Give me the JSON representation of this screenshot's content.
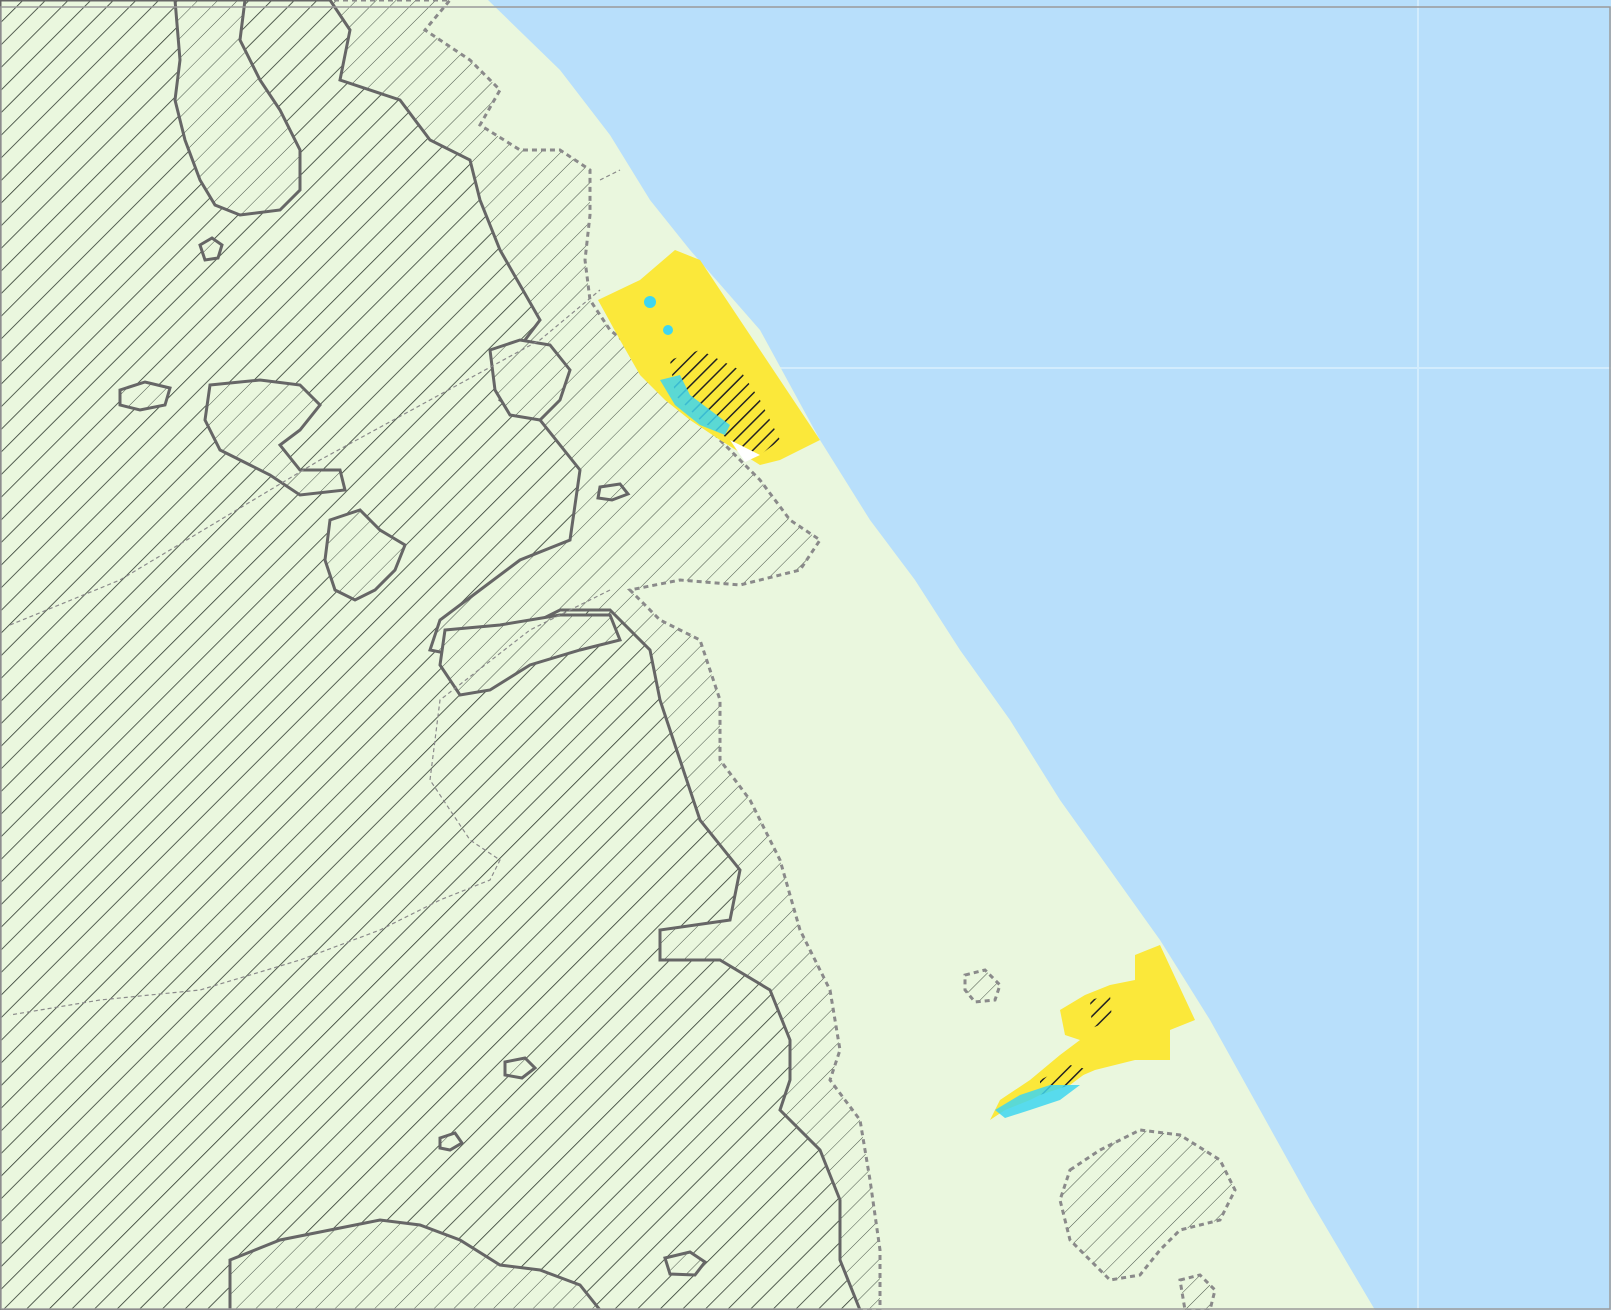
{
  "map": {
    "colors": {
      "land": "#eaf7de",
      "sea": "#b8dffb",
      "coastline": "#666666",
      "hatch": "#2f3a2f",
      "zone_boundary": "#8a8a8a",
      "development_zone": "#fbe83a",
      "water_feature": "#3ed6f0",
      "frame_border": "#9a9a9a"
    },
    "layers": [
      "sea",
      "land",
      "dense-hatch-zone",
      "sparse-hatch-zone",
      "lakes",
      "zone-boundaries",
      "development-zones"
    ]
  }
}
